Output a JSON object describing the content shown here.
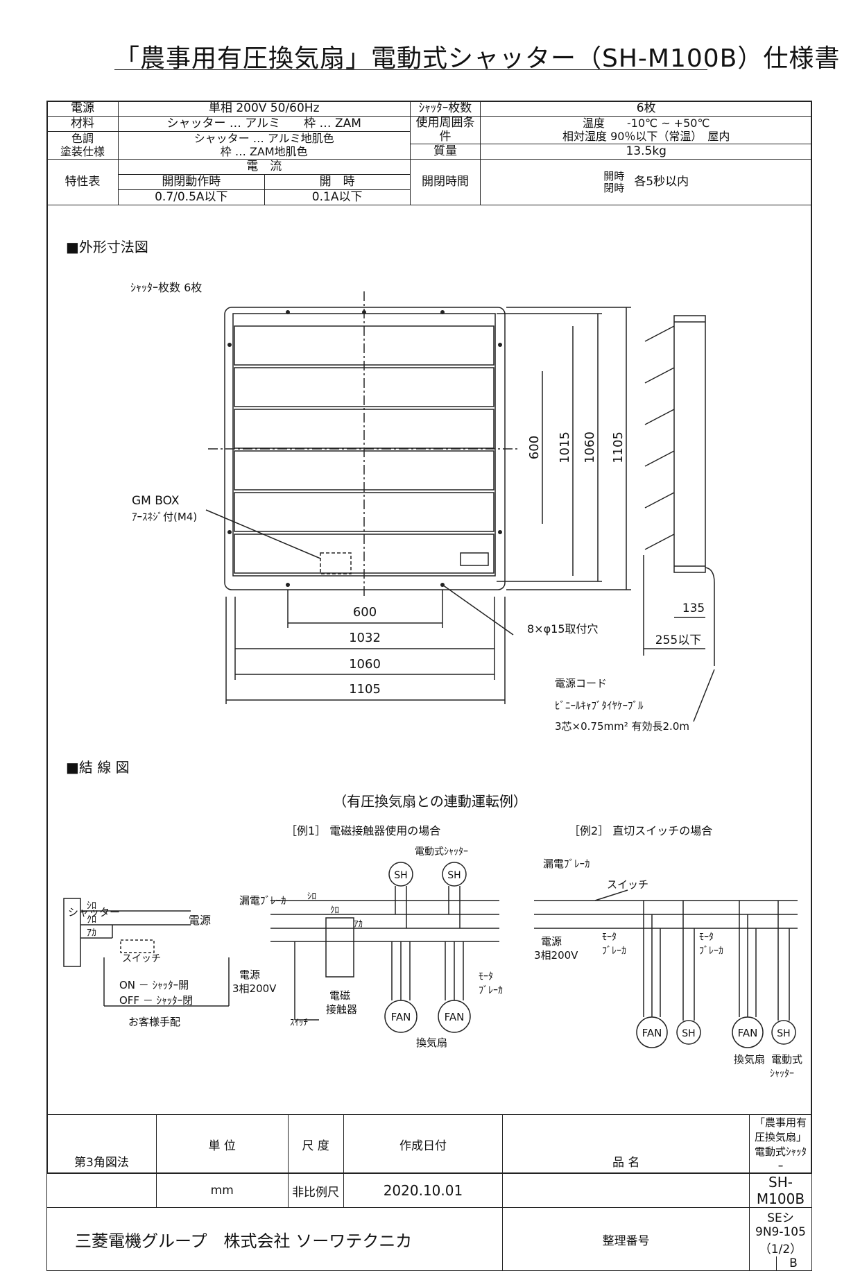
{
  "title": "「農事用有圧換気扇」電動式シャッター（SH-M100B）仕様書",
  "spec": {
    "power_label": "電源",
    "power_value": "単相 200V 50/60Hz",
    "shutter_count_label": "ｼｬｯﾀｰ枚数",
    "shutter_count_value": "6枚",
    "material_label": "材料",
    "material_value": "シャッター … アルミ　　枠 … ZAM",
    "env_label": "使用周囲条件",
    "env_line1": "温度　　-10℃ ~ +50℃",
    "env_line2": "相対湿度 90％以下（常温）　屋内",
    "color_label1": "色調",
    "color_label2": "塗装仕様",
    "color_line1": "シャッター … アルミ地肌色",
    "color_line2": "枠 … ZAM地肌色",
    "mass_label": "質量",
    "mass_value": "13.5kg",
    "char_label": "特性表",
    "current_label": "電　流",
    "op_label": "開閉動作時",
    "open_label": "開　時",
    "op_value": "0.7/0.5A以下",
    "open_value": "0.1A以下",
    "time_label": "開閉時間",
    "time_open": "開時",
    "time_close": "閉時",
    "time_value": "各5秒以内"
  },
  "outline_section": "■外形寸法図",
  "outline": {
    "shutter_count": "ｼｬｯﾀｰ枚数 6枚",
    "gm_box": "GM BOX",
    "earth_screw": "ｱｰｽﾈｼﾞ付(M4)",
    "dim_600": "600",
    "dim_1032": "1032",
    "dim_1060": "1060",
    "dim_1105": "1105",
    "dim_v600": "600",
    "dim_v1015": "1015",
    "dim_v1060": "1060",
    "dim_v1105": "1105",
    "holes": "8×φ15取付穴",
    "dim_135": "135",
    "dim_255": "255以下",
    "cord1": "電源コード",
    "cord2": "ﾋﾞﾆｰﾙｷｬﾌﾞﾀｲﾔｹｰﾌﾞﾙ",
    "cord3": "3芯×0.75mm² 有効長2.0m"
  },
  "wiring_section": "■結 線 図",
  "wiring": {
    "subtitle": "（有圧換気扇との連動運転例）",
    "ex1_title": "［例1］ 電磁接触器使用の場合",
    "ex2_title": "［例2］ 直切スイッチの場合",
    "shutter_box": "シャッター",
    "shiro": "ｼﾛ",
    "kuro": "ｸﾛ",
    "aka": "ｱｶ",
    "power": "電源",
    "switch": "スイッチ",
    "on_text": "ON － ｼｬｯﾀｰ開",
    "off_text": "OFF － ｼｬｯﾀｰ閉",
    "customer": "お客様手配",
    "breaker": "漏電ﾌﾞﾚｰｶ",
    "power3": "電源",
    "phase3": "3相200V",
    "contactor1": "電磁",
    "contactor2": "接触器",
    "motor_breaker1": "ﾓｰﾀ",
    "motor_breaker2": "ﾌﾞﾚｰｶ",
    "elec_shutter": "電動式ｼｬｯﾀｰ",
    "fan_label": "FAN",
    "sh_label": "SH",
    "fans": "換気扇",
    "ex2_fans": "換気扇",
    "ex2_shutter1": "電動式",
    "ex2_shutter2": "ｼｬｯﾀｰ",
    "sw_vert": "ｽｲｯﾁ"
  },
  "titleblock": {
    "projection": "第3角図法",
    "unit_label": "単 位",
    "unit_value": "mm",
    "scale_label": "尺 度",
    "scale_value": "非比例尺",
    "date_label": "作成日付",
    "date_value": "2020.10.01",
    "name_label": "品 名",
    "name_line1": "「農事用有圧換気扇」電動式ｼｬｯﾀｰ",
    "name_line2": "SH-M100B",
    "company": "三菱電機グループ　株式会社 ソーワテクニカ",
    "number_label": "整理番号",
    "number_value": "SEシ 9N9-105（1/2）",
    "revision": "B"
  }
}
